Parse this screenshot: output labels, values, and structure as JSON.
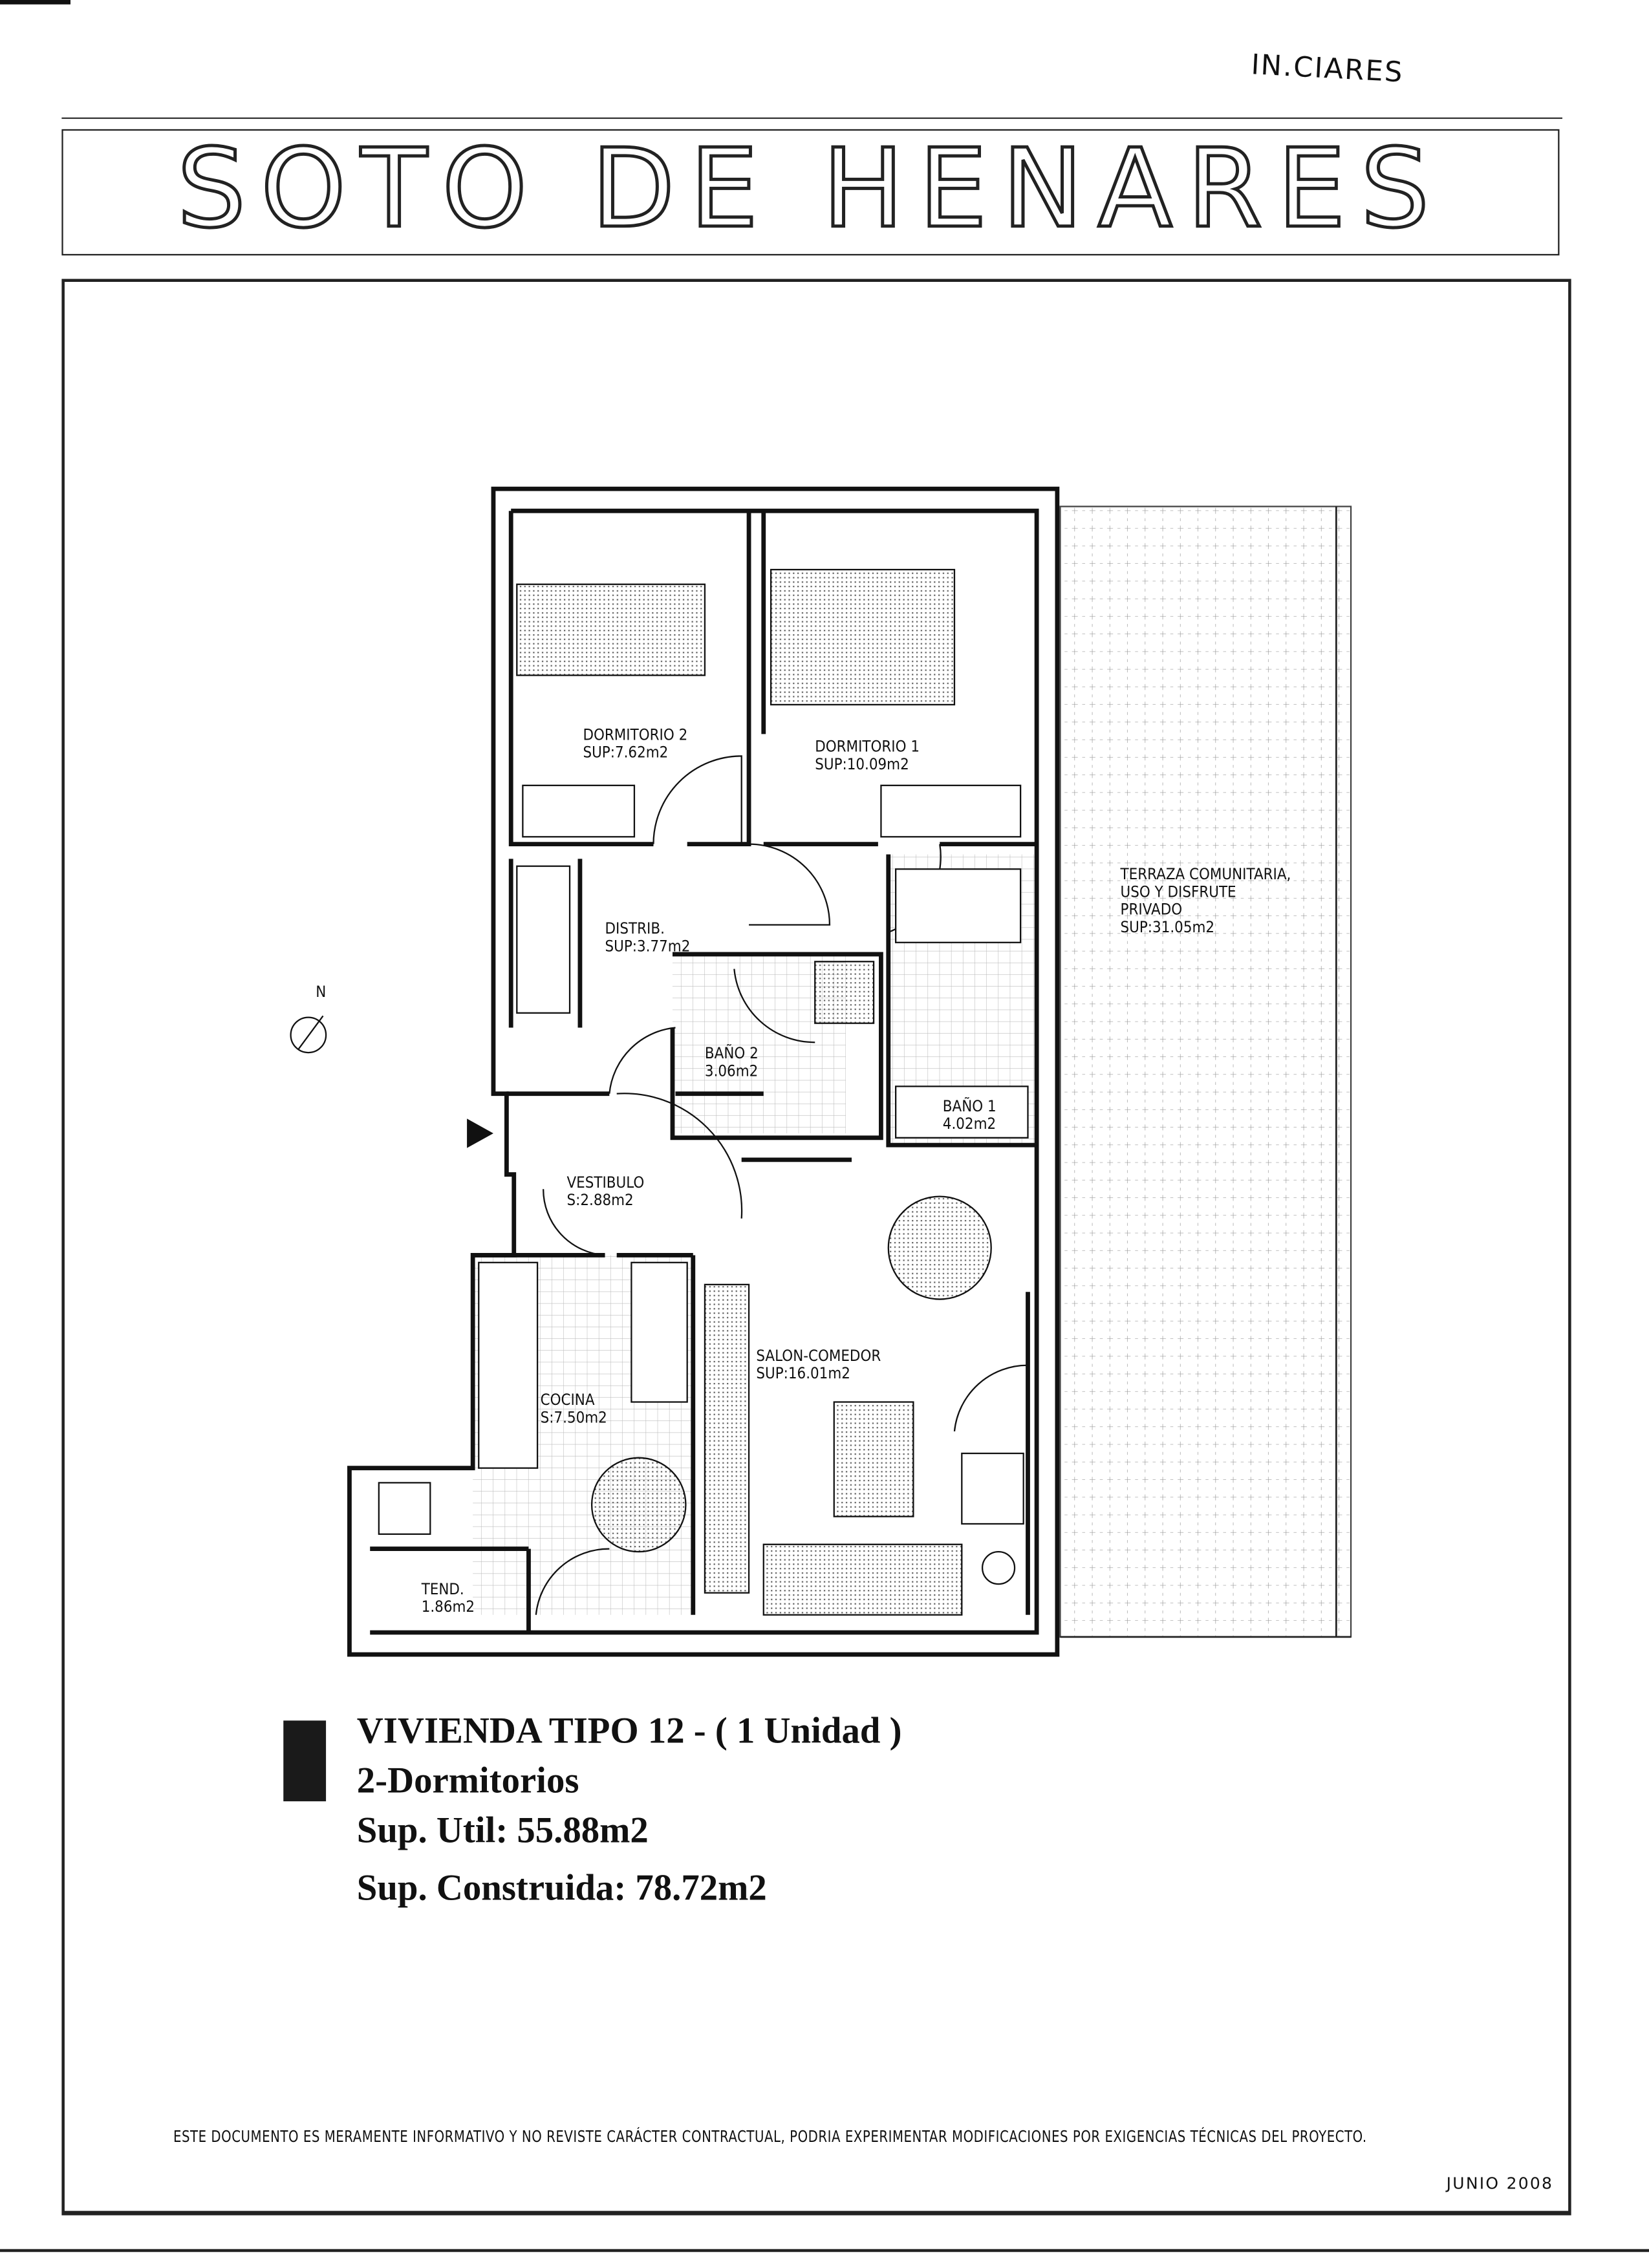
{
  "handwritten_note": "IN.CIARES",
  "title": "SOTO DE HENARES",
  "plan": {
    "rooms": {
      "dormitorio2": [
        "DORMITORIO 2",
        "SUP:7.62m2"
      ],
      "dormitorio1": [
        "DORMITORIO 1",
        "SUP:10.09m2"
      ],
      "distrib": [
        "DISTRIB.",
        "SUP:3.77m2"
      ],
      "bano2": [
        "BAÑO 2",
        "3.06m2"
      ],
      "bano1": [
        "BAÑO 1",
        "4.02m2"
      ],
      "vestibulo": [
        "VESTIBULO",
        "S:2.88m2"
      ],
      "cocina": [
        "COCINA",
        "S:7.50m2"
      ],
      "salon": [
        "SALON-COMEDOR",
        "SUP:16.01m2"
      ],
      "tend": [
        "TEND.",
        "1.86m2"
      ],
      "terraza": [
        "TERRAZA COMUNITARIA,",
        "USO Y DISFRUTE",
        "PRIVADO",
        "SUP:31.05m2"
      ]
    },
    "north_label": "N"
  },
  "info": {
    "type": "VIVIENDA TIPO 12 - ( 1 Unidad )",
    "bedrooms": "2-Dormitorios",
    "useful_area": "Sup. Util: 55.88m2",
    "built_area": "Sup. Construida: 78.72m2"
  },
  "disclaimer": "ESTE DOCUMENTO ES MERAMENTE INFORMATIVO Y NO REVISTE CARÁCTER CONTRACTUAL, PODRIA EXPERIMENTAR MODIFICACIONES POR EXIGENCIAS TÉCNICAS DEL PROYECTO.",
  "date": "JUNIO 2008"
}
